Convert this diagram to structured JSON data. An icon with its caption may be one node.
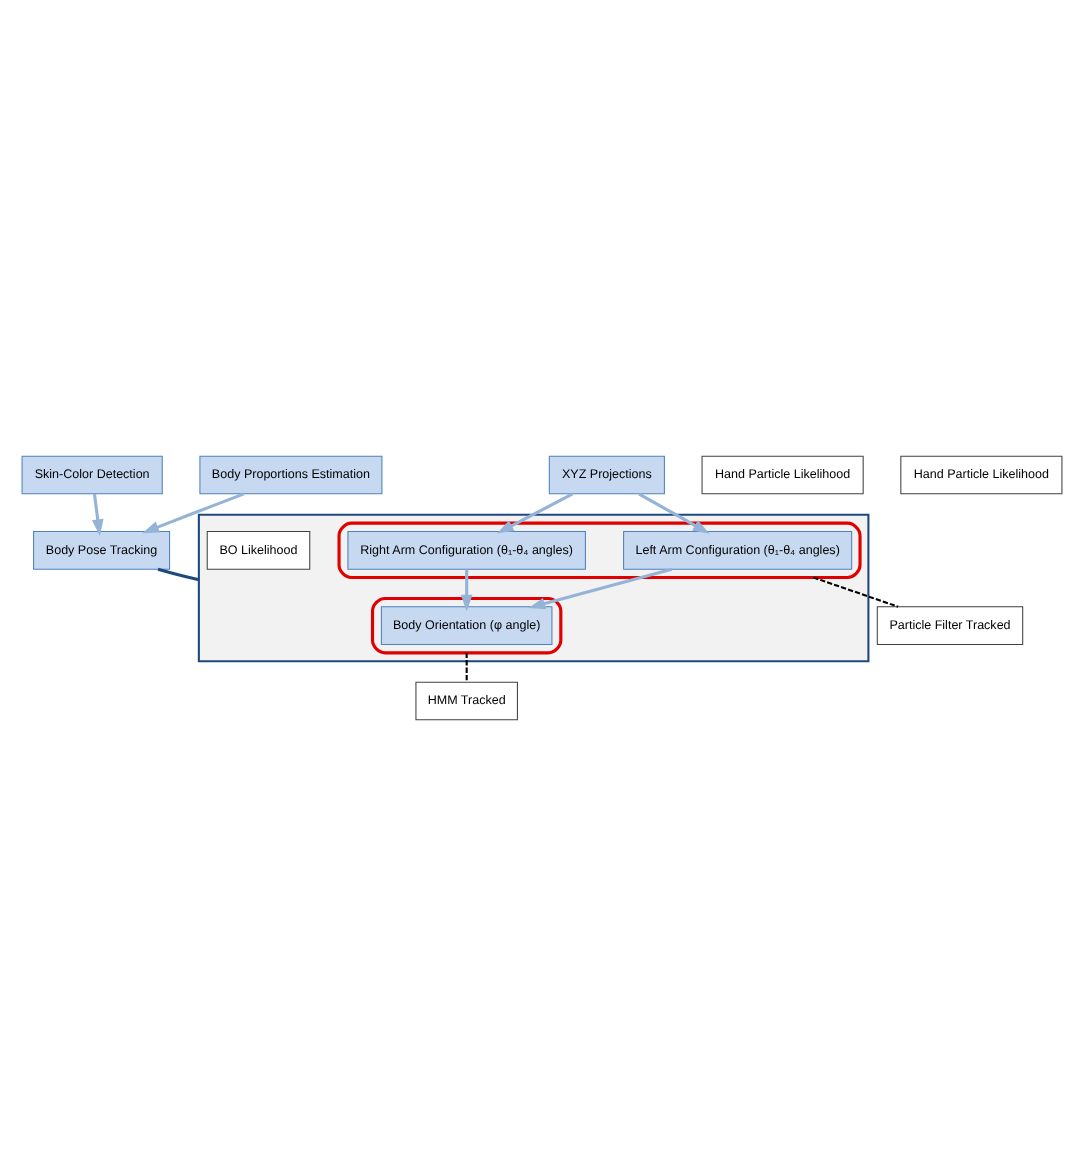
{
  "diagram": {
    "nodes": [
      {
        "text": [
          "Skin-Color Detection"
        ]
      },
      {
        "text": [
          "Body Pose Tracking"
        ]
      },
      {
        "text": [
          "Body Proportions Estimation"
        ]
      },
      {
        "text": [],
        "shape": "box"
      },
      {
        "text": [],
        "shape": "ellipse",
        "in": 3
      },
      {
        "text": [
          "Body Orientation (φ angle)"
        ],
        "in": 4
      },
      {
        "text": [
          "HMM Tracked"
        ]
      },
      {
        "text": [
          "BO Likelihood"
        ],
        "in": 3
      },
      {
        "text": [],
        "shape": "ellipse",
        "in": 3
      },
      {
        "text": [
          "Left Arm Configuration (θ₁-θ₄ angles)"
        ],
        "in": 8
      },
      {
        "text": [
          "Right Arm Configuration (θ₁-θ₄ angles)"
        ],
        "in": 8
      },
      {
        "text": [
          "Particle Filter Tracked"
        ]
      },
      {
        "text": [
          "Hand Particle Likelihood"
        ]
      },
      {
        "text": [
          "Hand Particle Likelihood"
        ]
      },
      {
        "text": [
          "XYZ Projections"
        ]
      }
    ],
    "edges": [
      {
        "from": 0,
        "to": 1,
        "arrow": "to"
      },
      {
        "from": 2,
        "to": 1,
        "arrow": "to"
      },
      {
        "from": 1,
        "to": 3,
        "arrow": "none",
        "color": "#1f497d"
      },
      {
        "from": 9,
        "to": 5,
        "arrow": "to"
      },
      {
        "from": 10,
        "to": 5,
        "arrow": "to"
      },
      {
        "from": 14,
        "to": 9,
        "arrow": "to"
      },
      {
        "from": 14,
        "to": 10,
        "arrow": "to"
      },
      {
        "from": 4,
        "to": 6,
        "arrow": "none",
        "style": "dashed",
        "color": "#000000"
      },
      {
        "from": 8,
        "to": 11,
        "arrow": "none",
        "style": "dashed",
        "color": "#000000"
      }
    ]
  }
}
